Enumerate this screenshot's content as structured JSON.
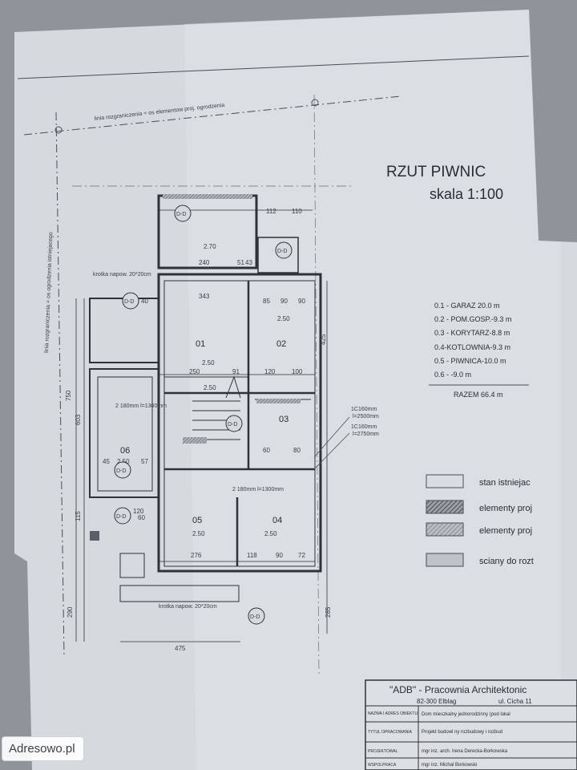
{
  "title": "RZUT PIWNIC",
  "scale": "skala 1:100",
  "boundary_label_top": "linia rozgraniczenia = os elementow proj. ogrodzenia",
  "boundary_label_side": "linia rozgraniczenia = os ogrodzenia istniejacego",
  "rooms_list": [
    {
      "text": "0.1 - GARAZ  20.0 m"
    },
    {
      "text": "0.2 - POM.GOSP.-9.3 m"
    },
    {
      "text": "0.3 - KORYTARZ-8.8 m"
    },
    {
      "text": "0.4-KOTLOWNIA-9.3 m"
    },
    {
      "text": "0.5 - PIWNICA-10.0 m"
    },
    {
      "text": "0.6 - -9.0 m"
    }
  ],
  "total": "RAZEM   66.4 m",
  "legend": [
    {
      "label": "stan istniejac",
      "pattern": "empty"
    },
    {
      "label": "elementy proj",
      "pattern": "hatch-dark"
    },
    {
      "label": "elementy proj",
      "pattern": "hatch-light"
    },
    {
      "label": "sciany do rozt",
      "pattern": "solid-light"
    }
  ],
  "room_labels": [
    "01",
    "02",
    "03",
    "04",
    "05",
    "06"
  ],
  "level_labels": [
    "2.50",
    "2.50",
    "2.50",
    "2.50",
    "2.50",
    "2.50"
  ],
  "dims": [
    "112",
    "110",
    "240",
    "51",
    "43",
    "343",
    "85",
    "90",
    "90",
    "250",
    "91",
    "120",
    "100",
    "276",
    "118",
    "90",
    "72",
    "475",
    "120",
    "40",
    "60",
    "57",
    "45",
    "750",
    "603",
    "115",
    "290",
    "285",
    "425",
    "2.70",
    "60",
    "80"
  ],
  "sections": [
    "D-D",
    "D-D",
    "D-D",
    "D-D",
    "D-D",
    "D-D",
    "D-D"
  ],
  "lintels": [
    {
      "text": "1C160mm",
      "sub": "l=2500mm"
    },
    {
      "text": "1C160mm",
      "sub": "l=2750mm"
    }
  ],
  "notes": [
    "krotka napow. 20*20cm",
    "krotka napow. 20*20cm",
    "2 180mm l=1300mm",
    "2 180mm l=1300mm"
  ],
  "title_block": {
    "firm": "\"ADB\" - Pracownia Architektonic",
    "city": "82-300 Elblag",
    "street": "ul. Cicha 11",
    "rows": [
      {
        "label": "NAZWA I ADRES OBIEKTU",
        "value": "Dom mieszkalny jednorodzinny (pod lokal"
      },
      {
        "label": "TYTUL OPRACOWANIA",
        "value": "Projekt budowl ny rozbudowy i rozbud"
      },
      {
        "label": "PROJEKTOWAL",
        "value": "mgr inz. arch. Irena Derecka-Borkowska"
      },
      {
        "label": "WSPOLPRACA",
        "value": "mgr inz. Michal Borkowski"
      }
    ]
  },
  "watermark": "Adresowo.pl"
}
